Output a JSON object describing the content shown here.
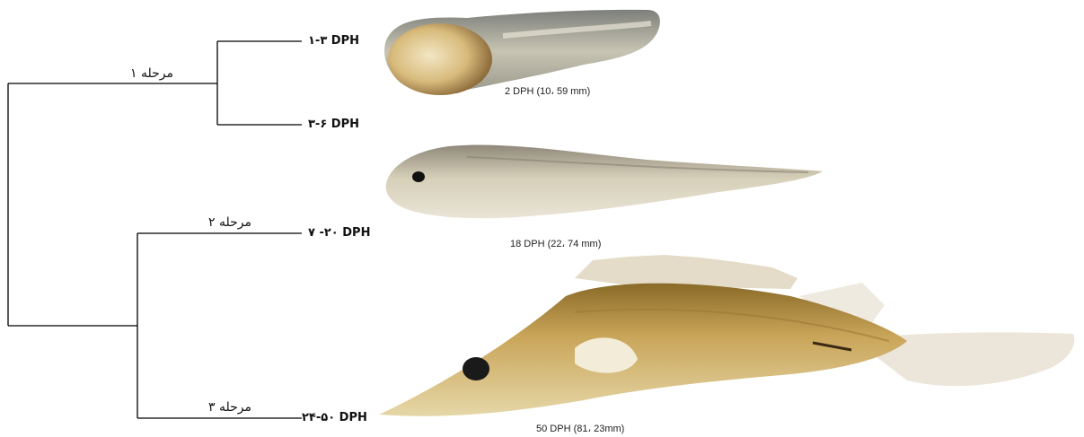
{
  "stages": {
    "stage1": "مرحله ۱",
    "stage2": "مرحله ۲",
    "stage3": "مرحله ۳"
  },
  "leaves": {
    "l1": "۱-۳ DPH",
    "l2": "۳-۶ DPH",
    "l3": "۷ -۲۰ DPH",
    "l4": "۲۴-۵۰ DPH"
  },
  "photos": [
    {
      "caption": "2 DPH (10، 59 mm)",
      "icon": "larva-photo"
    },
    {
      "caption": "18 DPH (22، 74 mm)",
      "icon": "juvenile-photo"
    },
    {
      "caption": "50 DPH (81، 23mm)",
      "icon": "juvenile-fish-photo"
    }
  ],
  "colors": {
    "line": "#000000",
    "yolk": "#d8c28a",
    "larva_body": "#b9b6a6",
    "juvenile": "#cfc6ac",
    "adult": "#c9a85a",
    "fin": "#efeae0"
  }
}
